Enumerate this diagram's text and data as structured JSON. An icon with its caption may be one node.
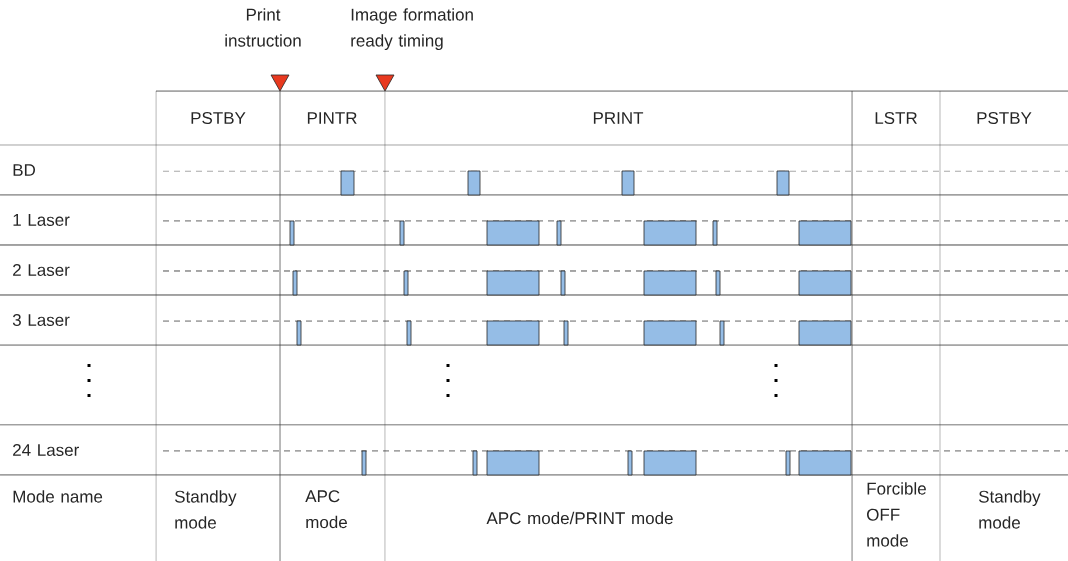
{
  "diagram": {
    "labels": [
      "Print instruction",
      "Image formation ready timing",
      "PSTBY",
      "PINTR",
      "PRINT",
      "LSTR",
      "PSTBY",
      "BD",
      "1 Laser",
      "2 Laser",
      "3 Laser",
      "24 Laser",
      "Mode name",
      "Standby mode",
      "APC mode",
      "APC mode/PRINT mode",
      "Forcible OFF mode",
      "Standby mode"
    ]
  }
}
